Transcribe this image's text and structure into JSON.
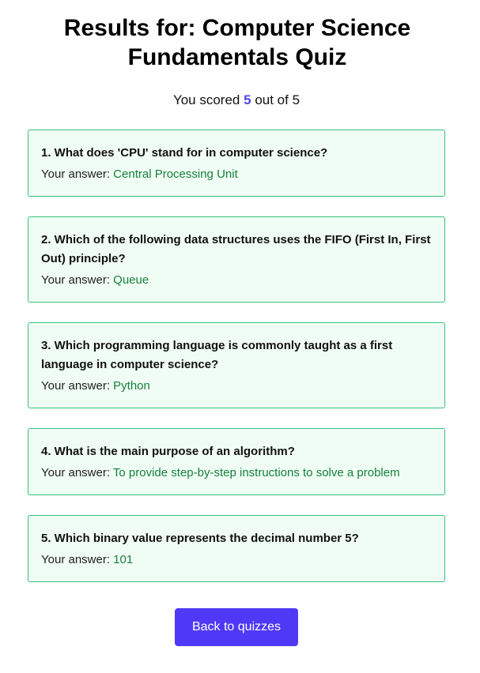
{
  "header": {
    "title": "Results for: Computer Science Fundamentals Quiz"
  },
  "score": {
    "prefix": "You scored",
    "value": "5",
    "middle": "out of",
    "total": "5"
  },
  "answer_label": "Your answer:",
  "results": [
    {
      "question": "1. What does 'CPU' stand for in computer science?",
      "answer": "Central Processing Unit"
    },
    {
      "question": "2. Which of the following data structures uses the FIFO (First In, First Out) principle?",
      "answer": "Queue"
    },
    {
      "question": "3. Which programming language is commonly taught as a first language in computer science?",
      "answer": "Python"
    },
    {
      "question": "4. What is the main purpose of an algorithm?",
      "answer": "To provide step-by-step instructions to solve a problem"
    },
    {
      "question": "5. Which binary value represents the decimal number 5?",
      "answer": "101"
    }
  ],
  "actions": {
    "back_label": "Back to quizzes"
  },
  "colors": {
    "accent": "#4f46e5",
    "button": "#4f39f6",
    "correct_text": "#15803d",
    "card_border": "#34c27f",
    "card_background": "#f0fdf4"
  }
}
